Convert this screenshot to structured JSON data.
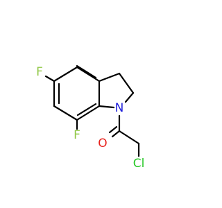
{
  "molecule": {
    "atoms": {
      "f5": "F",
      "f7": "F",
      "n1": "N",
      "o": "O",
      "cl": "Cl"
    },
    "colors": {
      "fluorine": "#90C846",
      "nitrogen": "#1E1EDB",
      "oxygen": "#E8231E",
      "chlorine": "#28C828",
      "bond": "#000000"
    }
  }
}
